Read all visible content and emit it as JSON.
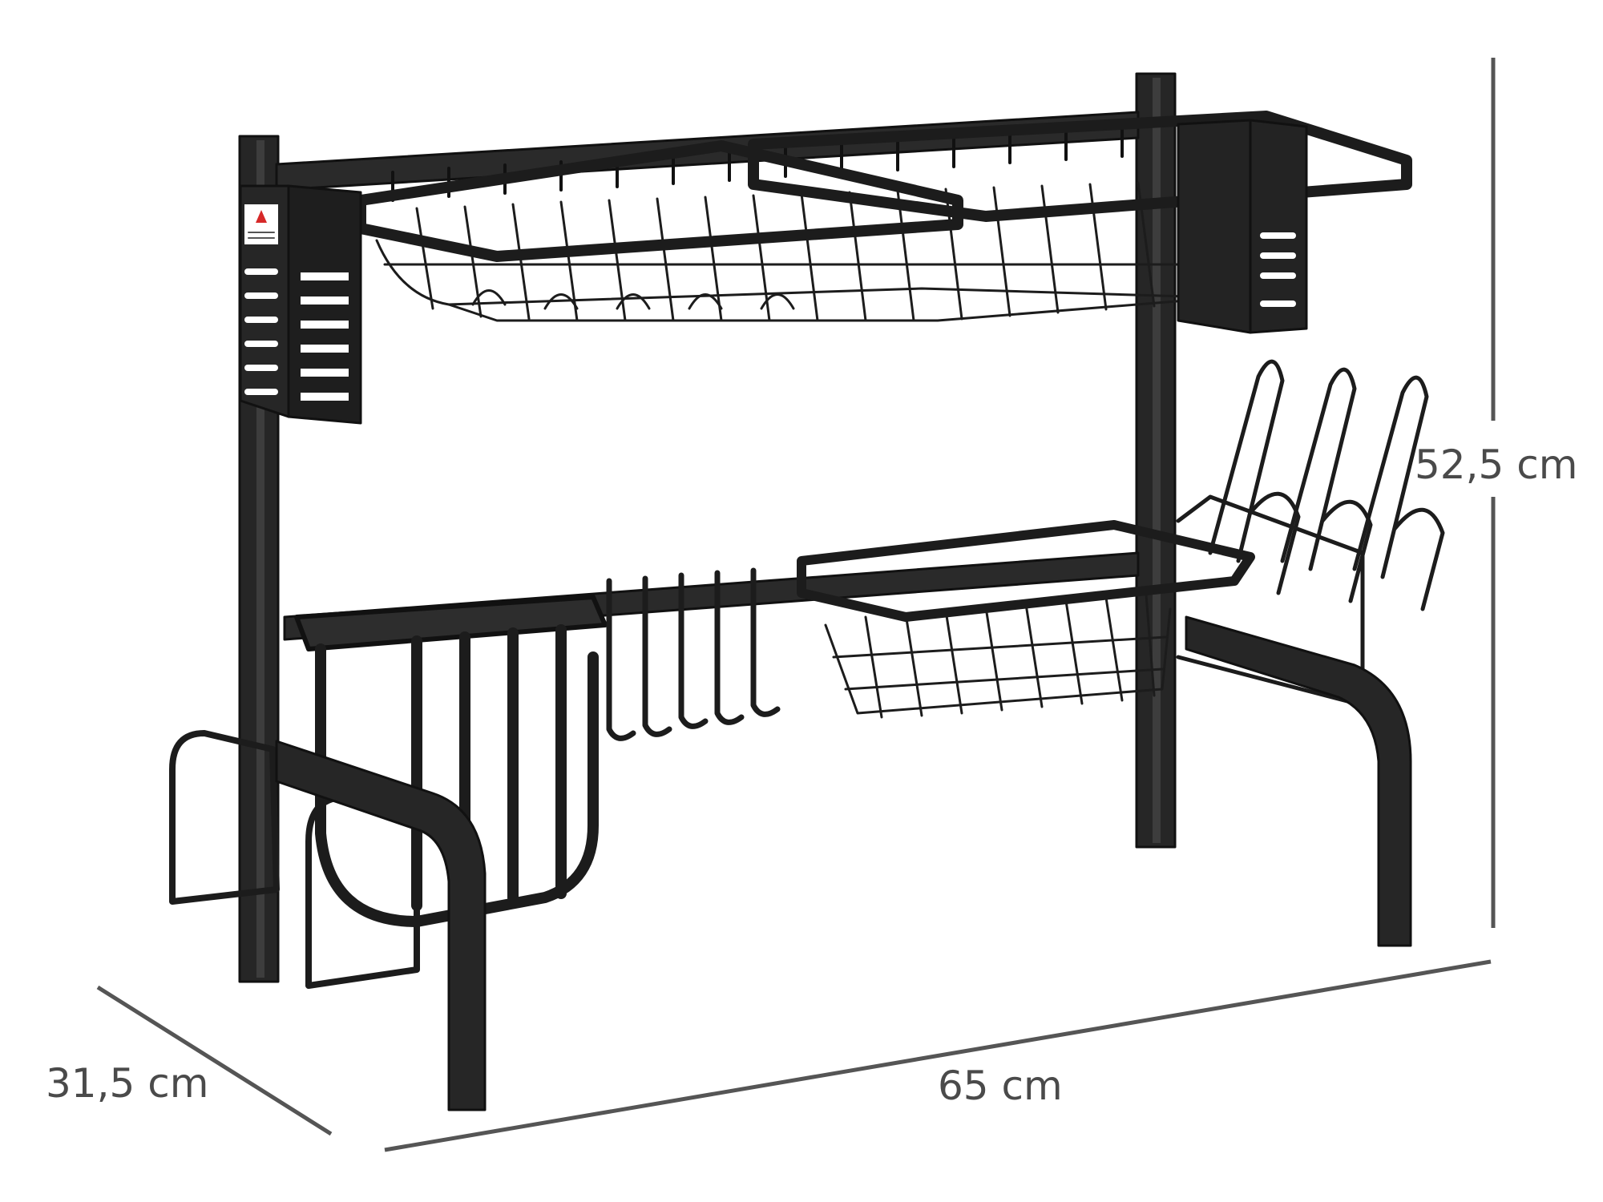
{
  "dimensions": {
    "height": "52,5 cm",
    "depth": "31,5 cm",
    "width": "65 cm"
  },
  "colors": {
    "product": "#1c1c1c",
    "product_light": "#3a3a3a",
    "dimension_line": "#555555",
    "dimension_text": "#4a4a4a",
    "background": "#ffffff"
  },
  "product": {
    "name_icon": "dish-rack-illustration",
    "logo_icon": "brand-logo-icon"
  }
}
